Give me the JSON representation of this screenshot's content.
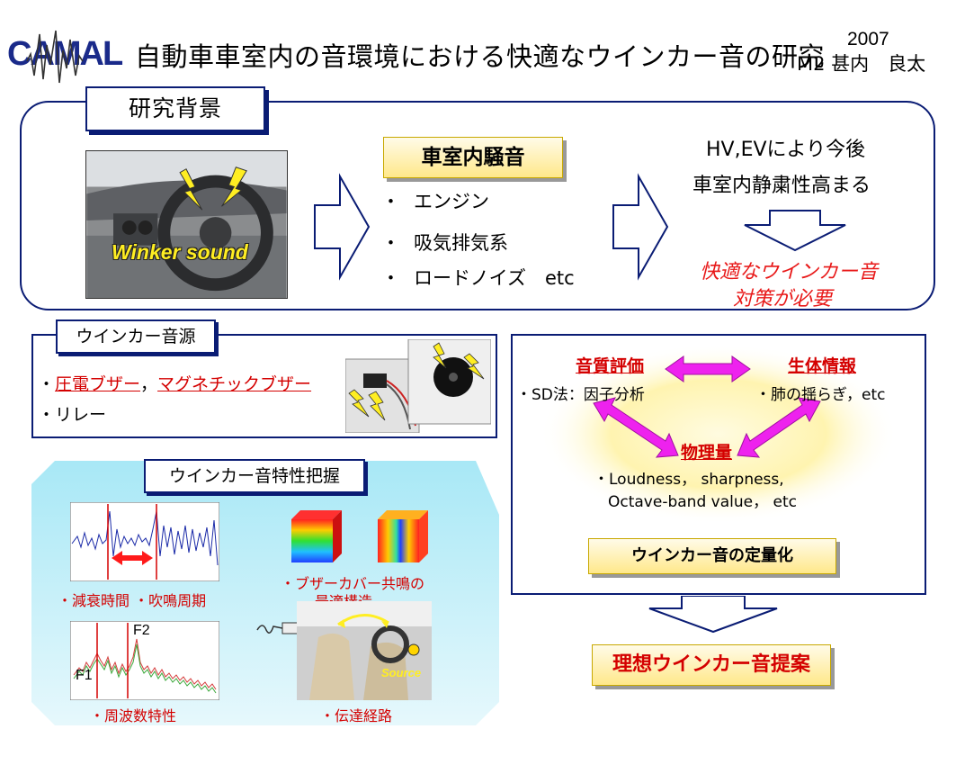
{
  "header": {
    "logo_text": "CAMAL",
    "title": "自動車車室内の音環境における快適なウインカー音の研究",
    "year": "2007",
    "author": "M2 甚内　良太"
  },
  "background": {
    "tab_label": "研究背景",
    "photo_label": "Winker sound",
    "noise_title": "車室内騒音",
    "noise_items": [
      "・",
      "エンジン",
      "吸気排気系",
      "ロードノイズ　etc"
    ],
    "trend_line1": "HV,EVにより今後",
    "trend_line2": "車室内静粛性高まる",
    "need_line1": "快適なウインカー音",
    "need_line2": "対策が必要"
  },
  "sound_source": {
    "tab_label": "ウインカー音源",
    "prefix": "・",
    "piezo": "圧電ブザー",
    "separator": "，",
    "magnetic": "マグネチックブザー",
    "relay": "・リレー"
  },
  "characteristics": {
    "title": "ウインカー音特性把握",
    "wave_caption": "・減衰時間 ・吹鳴周期",
    "freq_caption": "・周波数特性",
    "f1": "F1",
    "f2": "F2",
    "cover_caption1": "・ブザーカバー共鳴の",
    "cover_caption2": "最適構造",
    "path_caption": "・伝達経路",
    "source_label": "Source"
  },
  "evaluation": {
    "sound_quality_label": "音質評価",
    "sound_quality_desc": "・SD法：因子分析",
    "bio_label": "生体情報",
    "bio_desc": "・肺の揺らぎ，etc",
    "physical_label": "物理量",
    "physical_desc1": "・Loudness，  sharpness,",
    "physical_desc2": "Octave-band value，  etc",
    "quant_label": "ウインカー音の定量化",
    "ideal_label": "理想ウインカー音提案"
  },
  "colors": {
    "frame_navy": "#0a1c74",
    "emphasis_red": "#e81818",
    "arrow_magenta": "#ee22ee",
    "highlight_yellow": "#ffe88a"
  }
}
